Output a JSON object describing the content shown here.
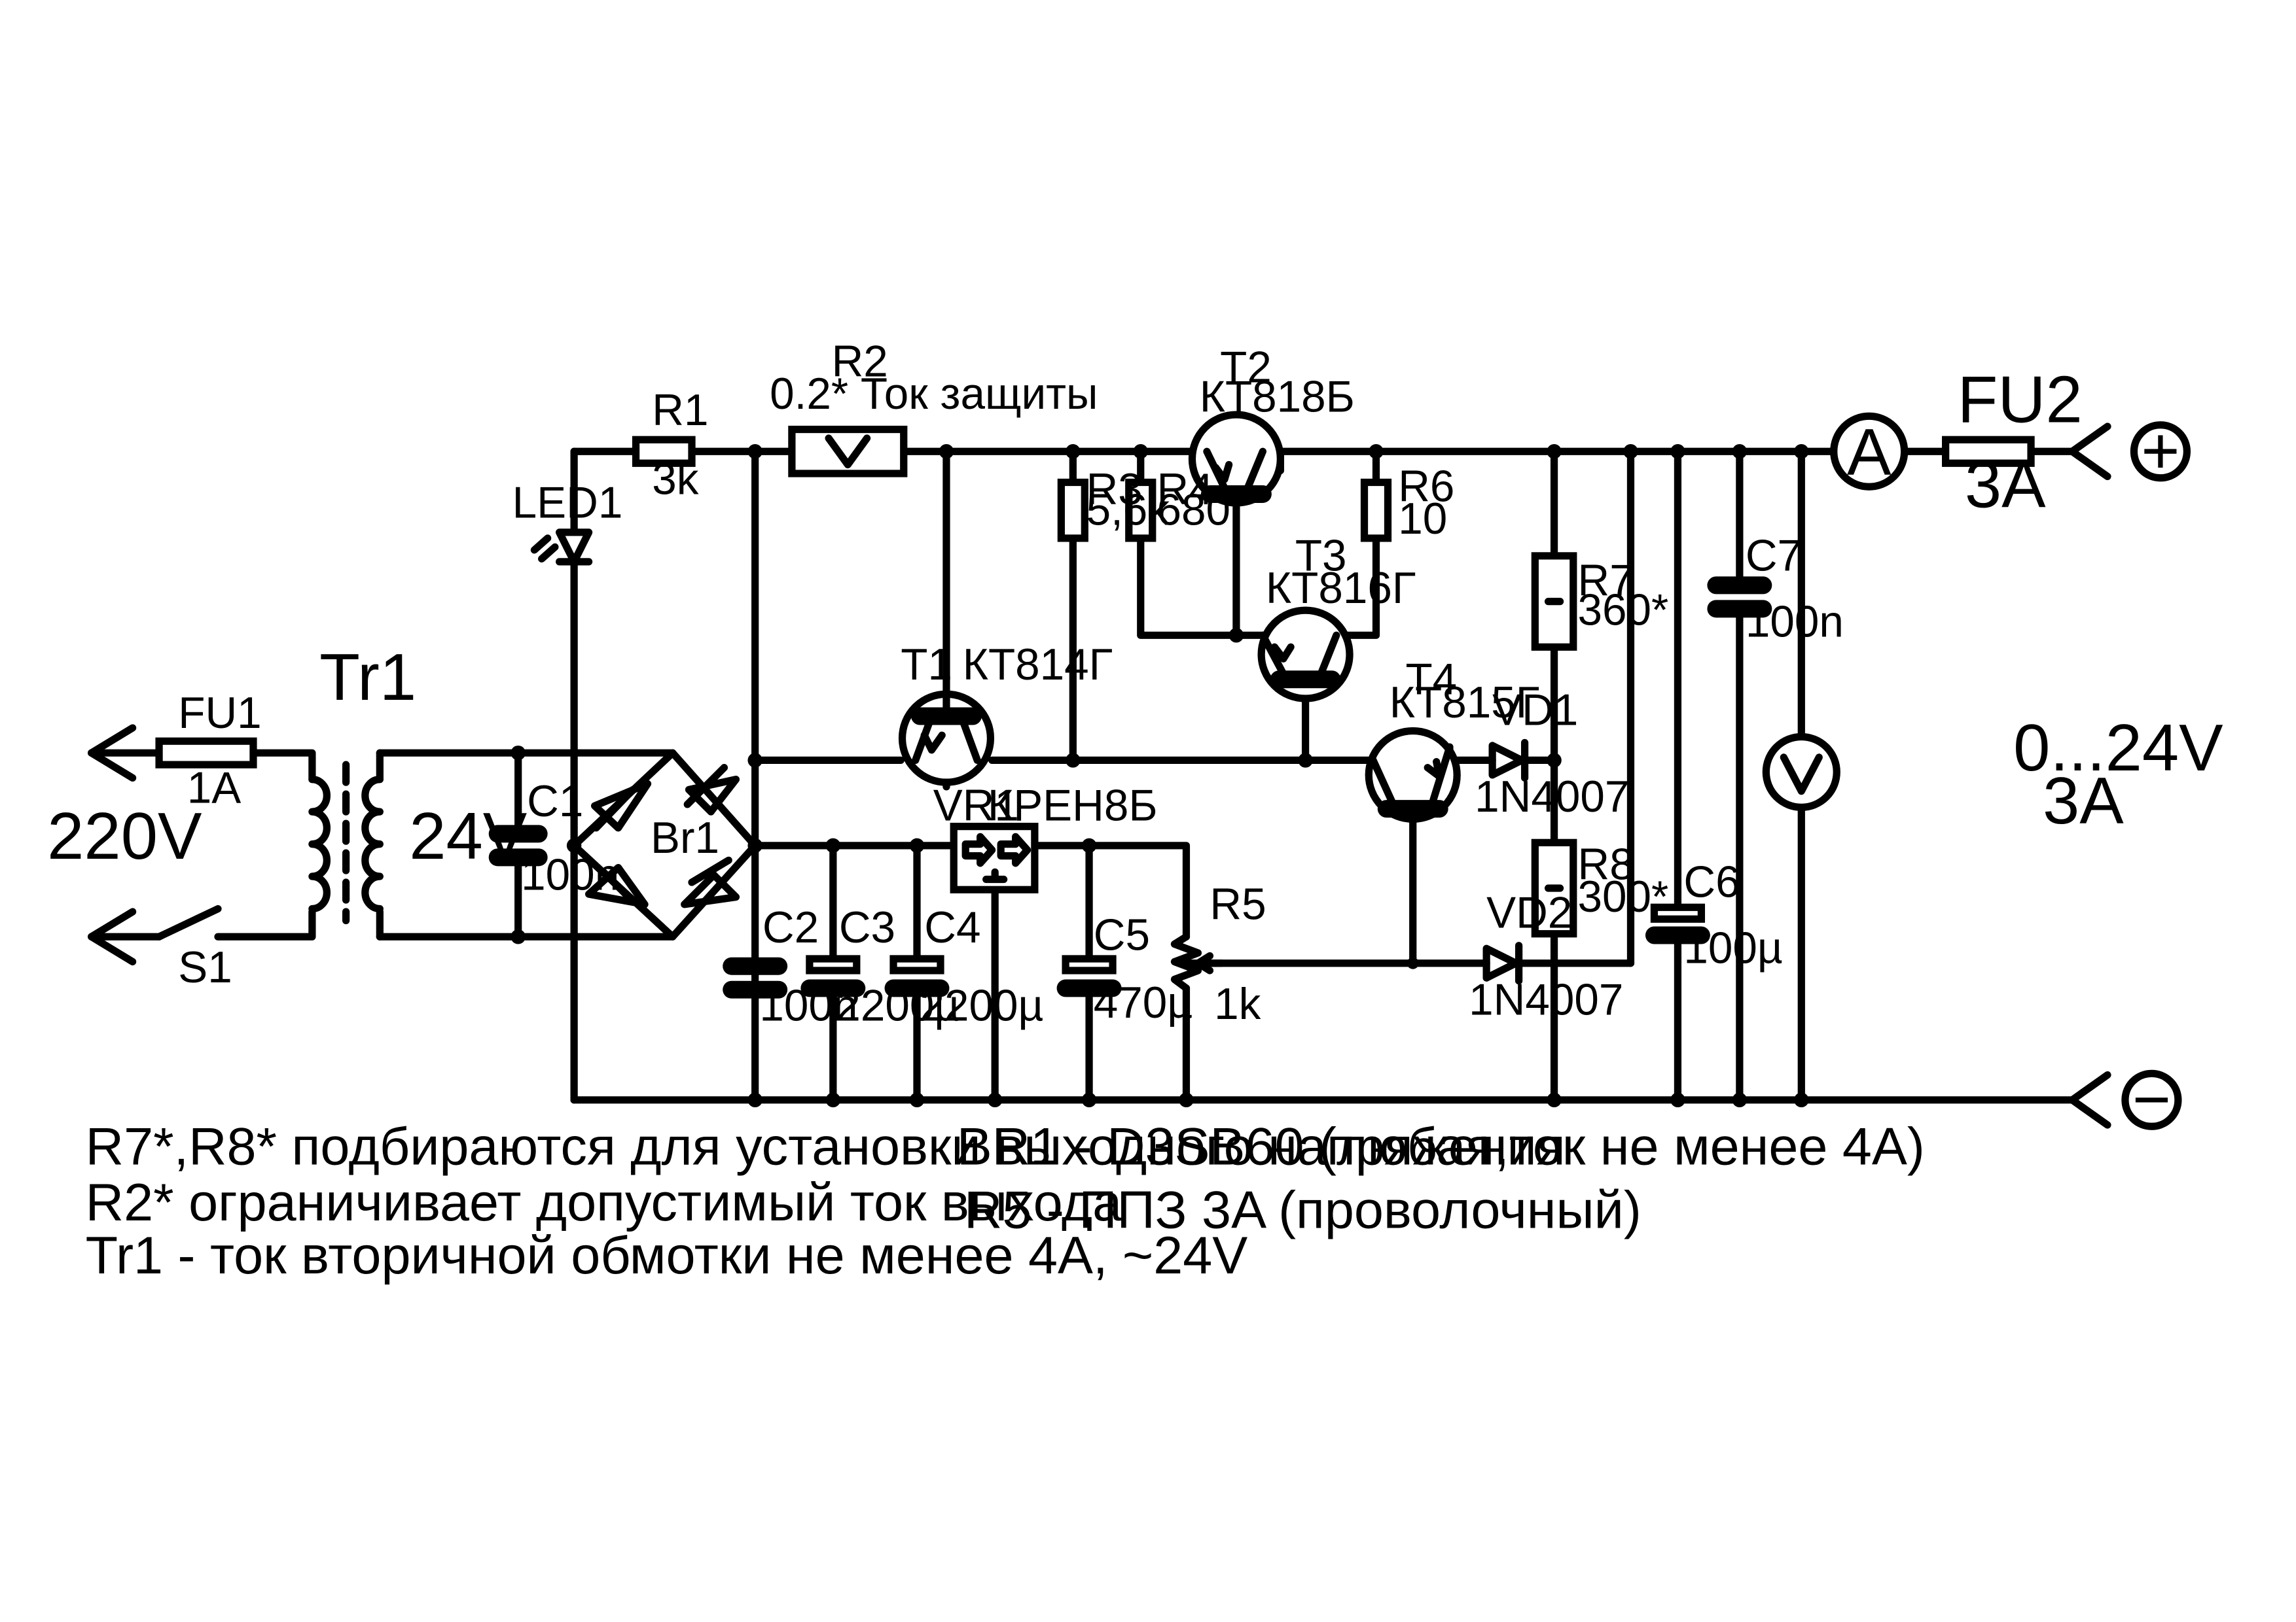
{
  "components": {
    "fu1": {
      "name": "FU1",
      "value": "1A"
    },
    "fu2": {
      "name": "FU2",
      "value": "3A"
    },
    "tr1": {
      "name": "Tr1"
    },
    "s1": {
      "name": "S1"
    },
    "c1": {
      "name": "C1",
      "value": "100n"
    },
    "br1": {
      "name": "Br1"
    },
    "led1": {
      "name": "LED1"
    },
    "r1": {
      "name": "R1",
      "value": "3k"
    },
    "r2": {
      "name": "R2",
      "value": "0.2* Ток защиты"
    },
    "r3": {
      "name": "R3",
      "value": "5,6k"
    },
    "r4": {
      "name": "R4",
      "value": "680"
    },
    "r5": {
      "name": "R5",
      "value": "1k"
    },
    "r6": {
      "name": "R6",
      "value": "10"
    },
    "r7": {
      "name": "R7",
      "value": "360*"
    },
    "r8": {
      "name": "R8",
      "value": "300*"
    },
    "t1": {
      "name": "T1",
      "value": "КТ814Г"
    },
    "t2": {
      "name": "T2",
      "value": "КТ818Б"
    },
    "t3": {
      "name": "T3",
      "value": "КТ816Г"
    },
    "t4": {
      "name": "T4",
      "value": "КТ815Г"
    },
    "vd1": {
      "name": "VD1",
      "value": "1N4007"
    },
    "vd2": {
      "name": "VD2",
      "value": "1N4007"
    },
    "vr1": {
      "name": "VR1",
      "value": "КРЕН8Б"
    },
    "c2": {
      "name": "C2",
      "value": "100n"
    },
    "c3": {
      "name": "C3",
      "value": "2200µ"
    },
    "c4": {
      "name": "C4",
      "value": "2200µ"
    },
    "c5": {
      "name": "C5",
      "value": "470µ"
    },
    "c6": {
      "name": "C6",
      "value": "100µ"
    },
    "c7": {
      "name": "C7",
      "value": "100n"
    },
    "ammeter": {
      "symbol": "A"
    },
    "voltmeter": {
      "symbol": "V"
    }
  },
  "labels": {
    "input_voltage": "220V",
    "secondary_voltage": "24V",
    "output_range": "0...24V",
    "output_current": "3A",
    "plus": "+",
    "minus": "−"
  },
  "notes": [
    "R7*,R8* подбираются для установки выходного напряжения",
    "R2* ограничивает допустимый ток выхода",
    "Tr1 - ток вторичной обмотки не менее 4A, ~24V",
    "BR1 - D3SB60 (любая,ток не менее 4A)",
    "R5 - ППЗ 3A (проволочный)"
  ],
  "colors": {
    "ink": "#000000",
    "background": "#ffffff"
  }
}
